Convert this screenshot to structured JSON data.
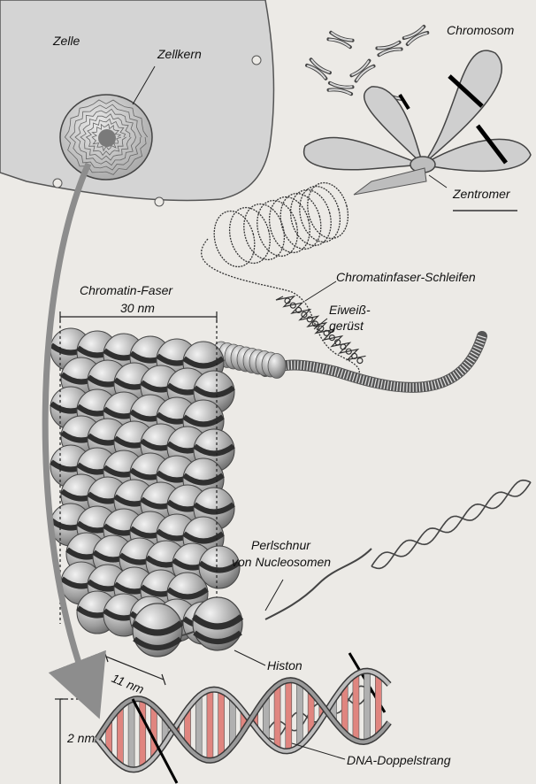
{
  "labels": {
    "cell": "Zelle",
    "nucleus": "Zellkern",
    "chromosome": "Chromosom",
    "centromere": "Zentromer",
    "chromatin_fiber": "Chromatin-Faser",
    "fiber_width": "30 nm",
    "chromatin_loops": "Chromatinfaser-Schleifen",
    "protein_scaffold_line1": "Eiweiß-",
    "protein_scaffold_line2": "gerüst",
    "nucleosomes_line1": "Perlschnur",
    "nucleosomes_line2": "von Nucleosomen",
    "histone": "Histon",
    "nucleosome_width": "11 nm",
    "dna_width": "2 nm",
    "dna_double_strand": "DNA-Doppelstrang"
  },
  "colors": {
    "background": "#eceae6",
    "cell_fill": "#d4d4d4",
    "nucleus_fill": "#bdbdbd",
    "chromosome_fill": "#cfcfcf",
    "histone_fill": "#a9a9a9",
    "dna_strand": "#3a3a3a",
    "base_pair_red": "#e0857f",
    "arrow": "#8d8d8d"
  }
}
